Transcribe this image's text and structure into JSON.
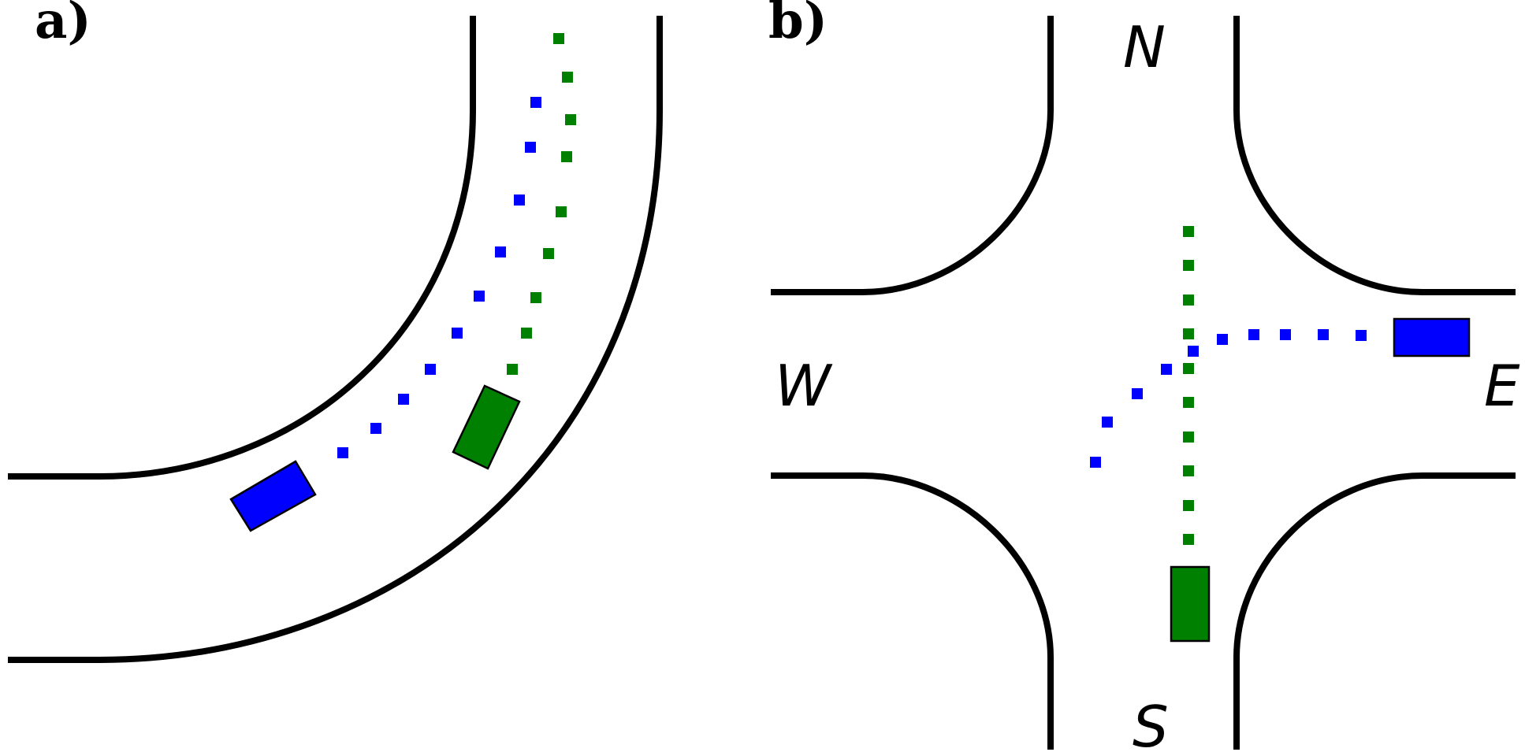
{
  "panels": {
    "a": {
      "label": "a)"
    },
    "b": {
      "label": "b)",
      "directions": {
        "north": "N",
        "south": "S",
        "east": "E",
        "west": "W"
      }
    }
  },
  "colors": {
    "blue": "#0000ff",
    "green": "#008000",
    "road": "#000000"
  }
}
